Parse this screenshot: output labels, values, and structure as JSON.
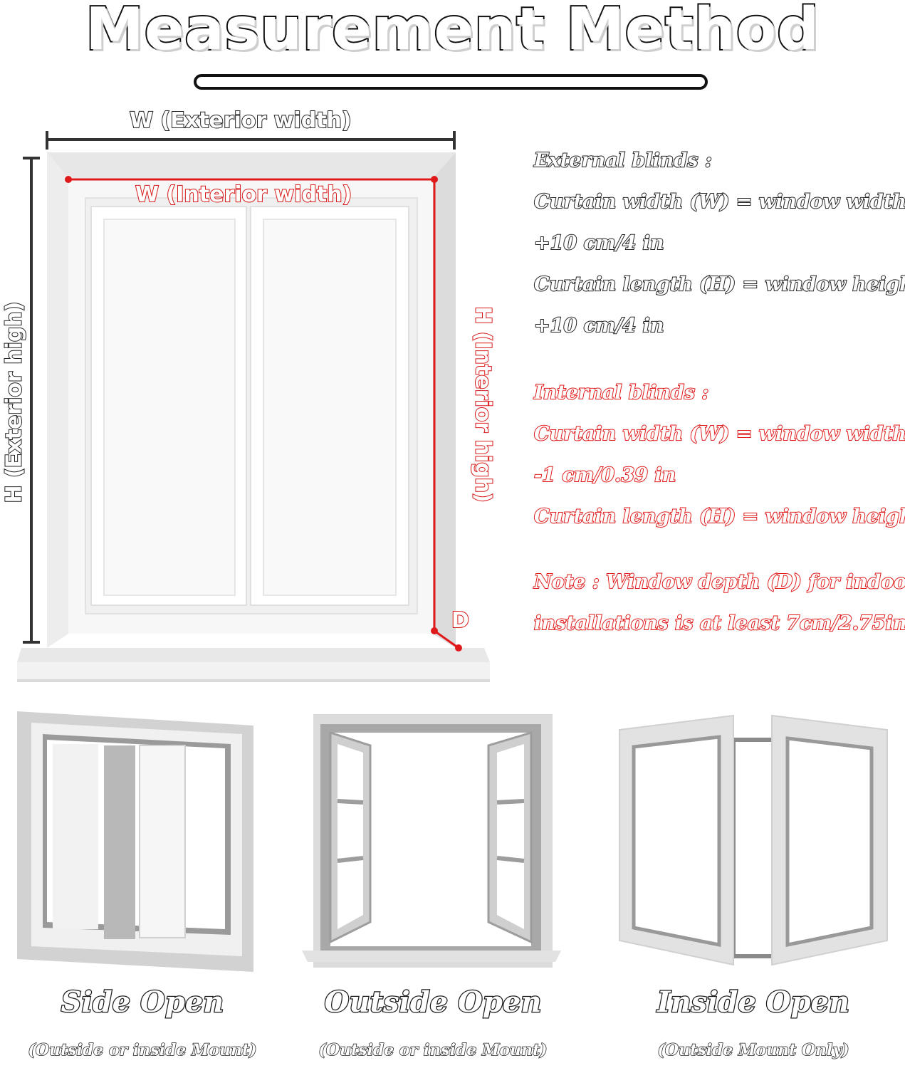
{
  "title": "Measurement Method",
  "diagram": {
    "exterior_width": "W (Exterior width)",
    "interior_width": "W (Interior width)",
    "exterior_height": "H (Exterior high)",
    "interior_height": "H (Interior high)",
    "depth": "D"
  },
  "external": {
    "heading": "External blinds :",
    "width_line1": "Curtain width (W) = window width",
    "width_line2": "+10 cm/4 in",
    "length_line1": "Curtain length (H) = window height",
    "length_line2": "+10 cm/4 in"
  },
  "internal": {
    "heading": "Internal blinds :",
    "width_line1": "Curtain width (W) = window width",
    "width_line2": "-1 cm/0.39 in",
    "length_line1": "Curtain length (H) = window height"
  },
  "note": {
    "line1": "Note : Window depth (D) for indoor",
    "line2": "installations is at least 7cm/2.75in"
  },
  "types": [
    {
      "name": "Side Open",
      "mount": "(Outside or inside Mount)"
    },
    {
      "name": "Outside Open",
      "mount": "(Outside or inside Mount)"
    },
    {
      "name": "Inside Open",
      "mount": "(Outside Mount Only)"
    }
  ],
  "colors": {
    "accent_red": "#e01a1a",
    "outline": "#222222"
  }
}
